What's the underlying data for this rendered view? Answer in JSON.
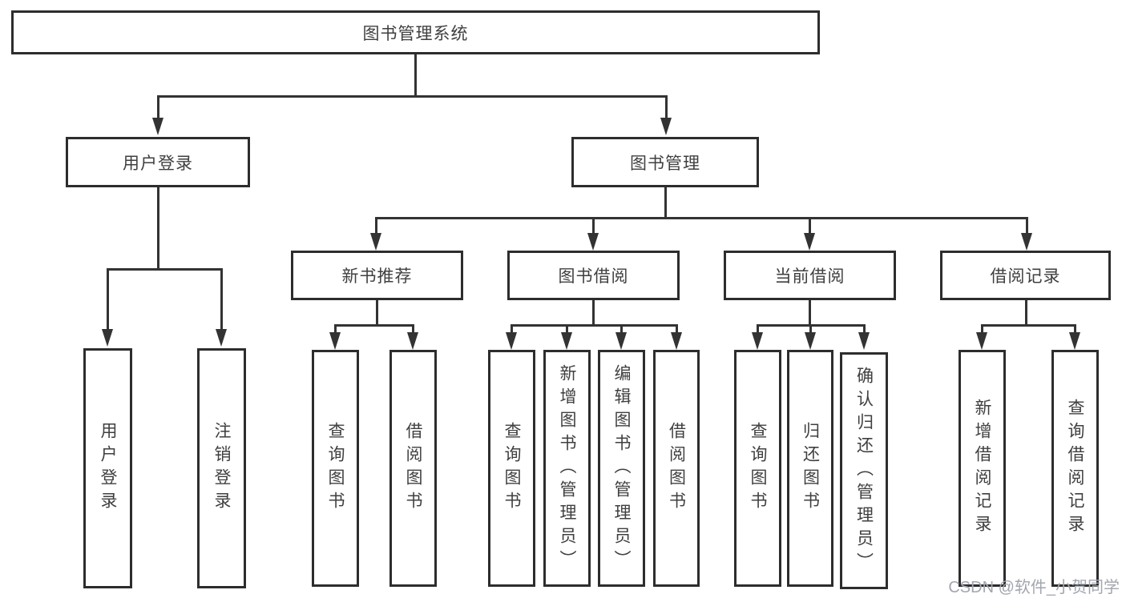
{
  "diagram_title": "图书管理系统",
  "tree": {
    "root": {
      "label": "图书管理系统",
      "children": [
        {
          "label": "用户登录",
          "children": [
            {
              "label": "用户登录"
            },
            {
              "label": "注销登录"
            }
          ]
        },
        {
          "label": "图书管理",
          "children": [
            {
              "label": "新书推荐",
              "children": [
                {
                  "label": "查询图书"
                },
                {
                  "label": "借阅图书"
                }
              ]
            },
            {
              "label": "图书借阅",
              "children": [
                {
                  "label": "查询图书"
                },
                {
                  "label": "新增图书（管理员）"
                },
                {
                  "label": "编辑图书（管理员）"
                },
                {
                  "label": "借阅图书"
                }
              ]
            },
            {
              "label": "当前借阅",
              "children": [
                {
                  "label": "查询图书"
                },
                {
                  "label": "归还图书"
                },
                {
                  "label": "确认归还（管理员）"
                }
              ]
            },
            {
              "label": "借阅记录",
              "children": [
                {
                  "label": "新增借阅记录"
                },
                {
                  "label": "查询借阅记录"
                }
              ]
            }
          ]
        }
      ]
    }
  },
  "watermark": {
    "text": "CSDN @软件_小贺同学"
  },
  "colors": {
    "line": "#333333",
    "box_border": "#2d2d2d",
    "box_fill": "#ffffff",
    "text": "#3f3f3f",
    "watermark": "#a2a6ae"
  }
}
